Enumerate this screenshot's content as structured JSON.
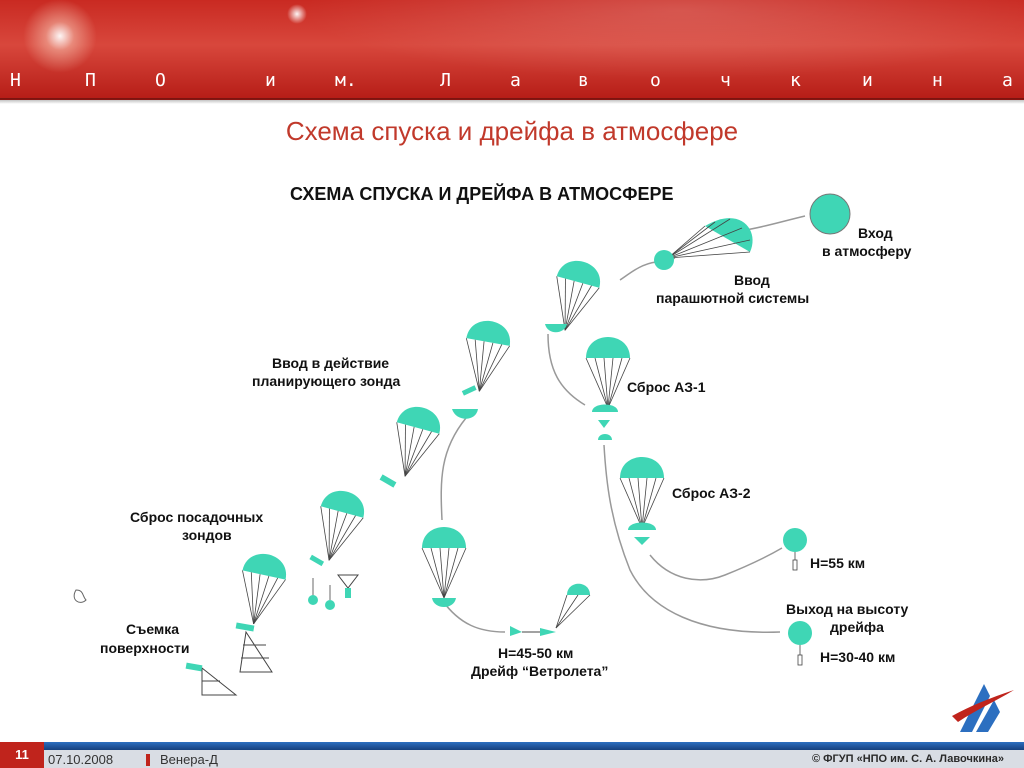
{
  "header": {
    "brand_letters": [
      "Н",
      "П",
      "О",
      "и",
      "м.",
      "Л",
      "а",
      "в",
      "о",
      "ч",
      "к",
      "и",
      "н",
      "а"
    ],
    "colors": {
      "band": "#c92a22",
      "title": "#c1392b",
      "accent": "#3fd6b5"
    }
  },
  "slide": {
    "title": "Схема спуска и дрейфа в атмосфере"
  },
  "diagram": {
    "heading": "СХЕМА СПУСКА И ДРЕЙФА В АТМОСФЕРЕ",
    "labels": {
      "entry_1": "Вход",
      "entry_2": "в атмосферу",
      "chute_1": "Ввод",
      "chute_2": "парашютной системы",
      "glider_1": "Ввод в действие",
      "glider_2": "планирующего зонда",
      "az1": "Сброс АЗ-1",
      "az2": "Сброс АЗ-2",
      "landers_1": "Сброс посадочных",
      "landers_2": "зондов",
      "survey_1": "Съемка",
      "survey_2": "поверхности",
      "h55": "H=55 км",
      "drift_alt_1": "Выход на высоту",
      "drift_alt_2": "дрейфа",
      "h30_40": "H=30-40 км",
      "h45_50": "H=45-50 км",
      "drift_name": "Дрейф “Ветролета”"
    }
  },
  "footer": {
    "page_number": "11",
    "date": "07.10.2008",
    "project": "Венера-Д",
    "copyright": "© ФГУП «НПО им. С. А. Лавочкина»"
  },
  "icons": {
    "logo": "lavochkin-logo-icon"
  }
}
